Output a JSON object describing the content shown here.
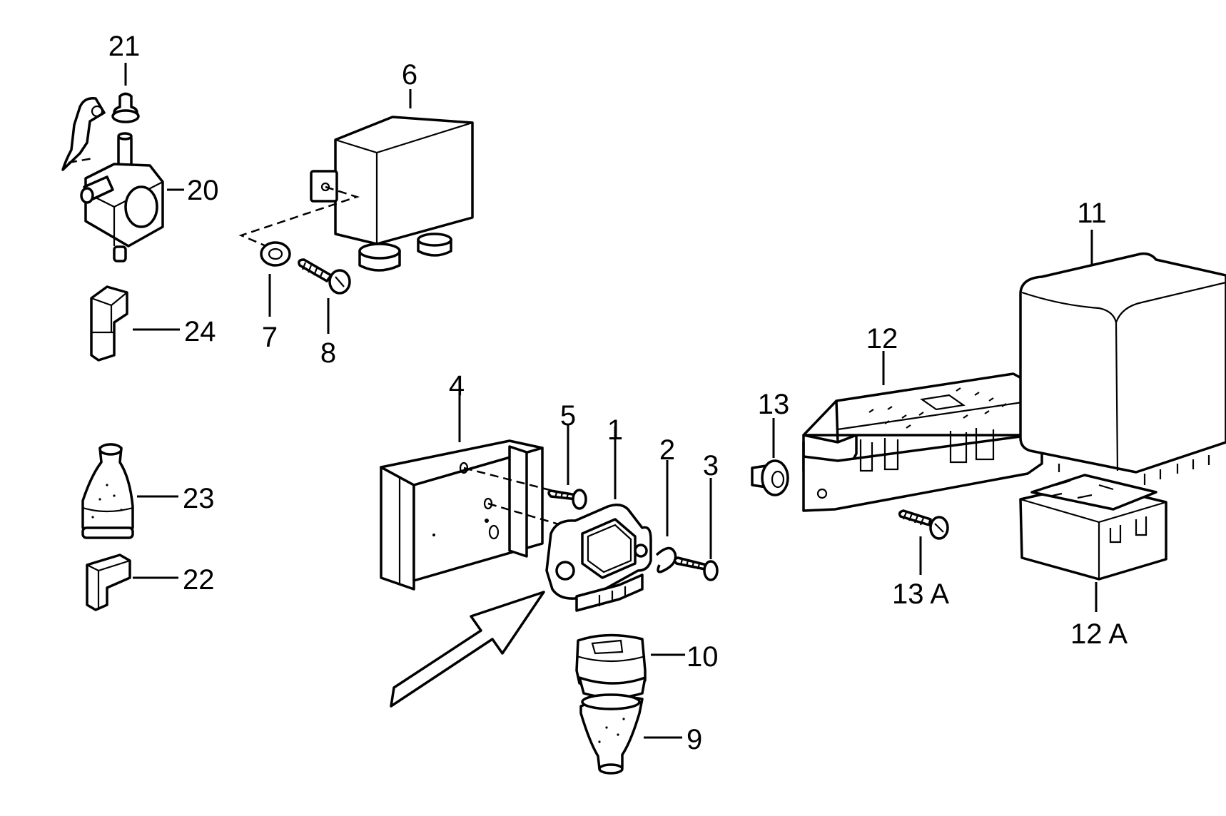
{
  "labels": {
    "p1": "1",
    "p2": "2",
    "p3": "3",
    "p4": "4",
    "p5": "5",
    "p6": "6",
    "p7": "7",
    "p8": "8",
    "p9": "9",
    "p10": "10",
    "p11": "11",
    "p12": "12",
    "p12a": "12 A",
    "p13": "13",
    "p13a": "13 A",
    "p20": "20",
    "p21": "21",
    "p22": "22",
    "p23": "23",
    "p24": "24"
  }
}
